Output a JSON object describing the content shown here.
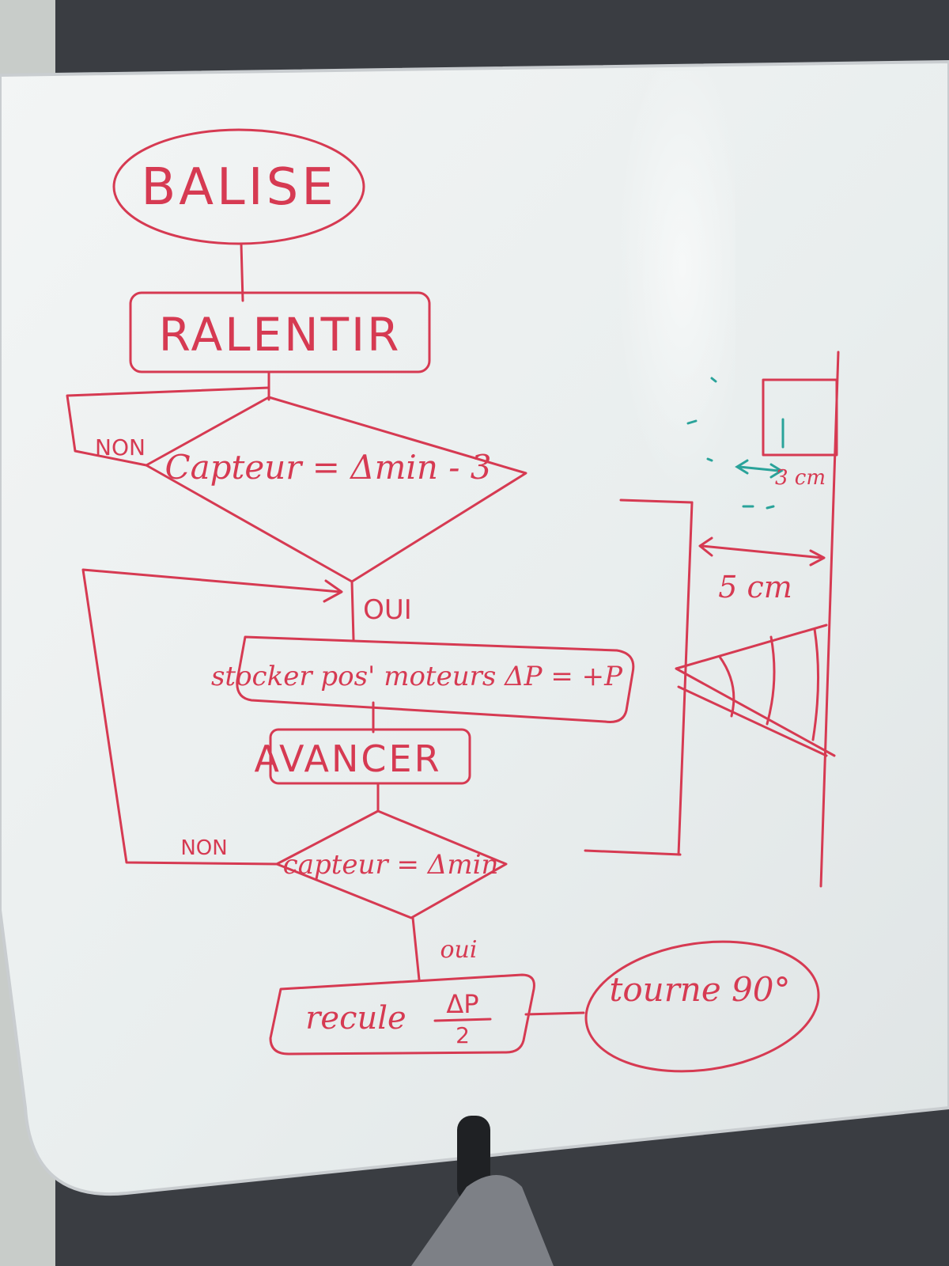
{
  "colors": {
    "ink": "#d63a52",
    "teal_ink": "#2aa39a",
    "board": "#eef1f1",
    "wall": "#3a3d42",
    "frame": "#c9cdd0"
  },
  "flowchart": {
    "start": "BALISE",
    "step_slow": "RALENTIR",
    "decision1": "Capteur = Δmin - 3",
    "decision1_no": "NON",
    "decision1_yes": "OUI",
    "step_store": "stocker pos' moteurs ΔP = +P",
    "step_advance": "AVANCER",
    "decision2": "capteur = Δmin",
    "decision2_no": "NON",
    "decision2_yes": "oui",
    "step_back": "recule",
    "step_back_num": "ΔP",
    "step_back_den": "2",
    "end": "tourne 90°"
  },
  "sketch": {
    "dim1": "3 cm",
    "dim2": "5 cm"
  }
}
